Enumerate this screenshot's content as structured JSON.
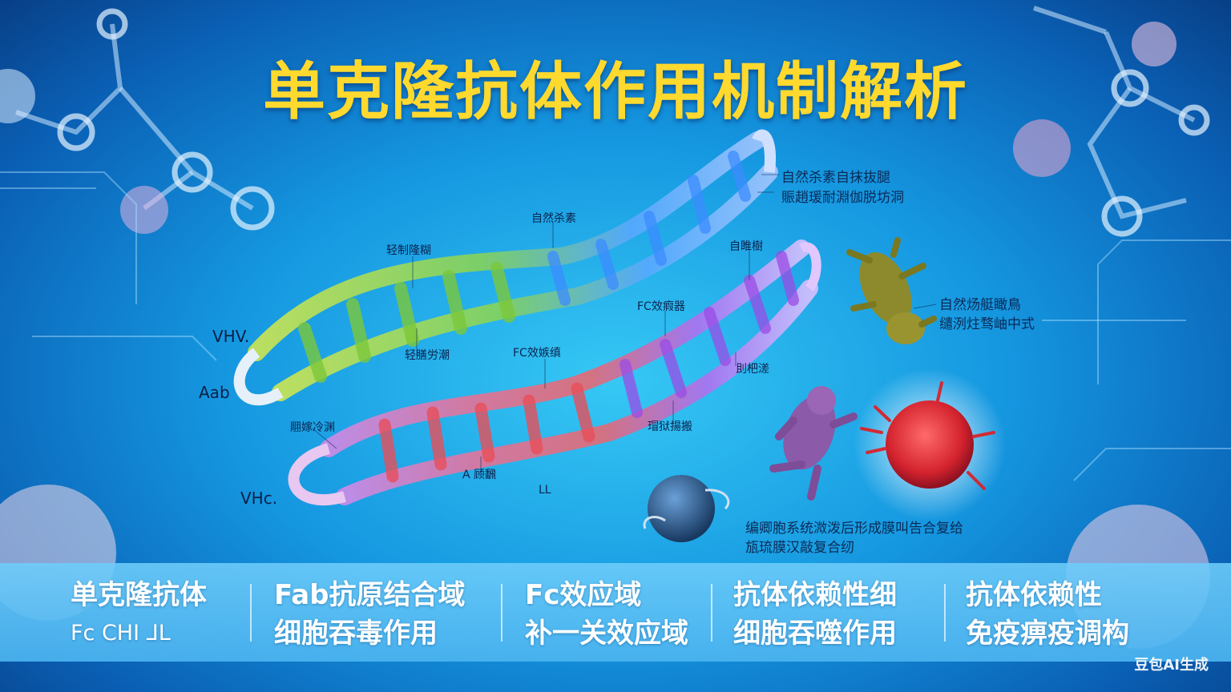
{
  "title": "单克隆抗体作用机制解析",
  "labels": {
    "upper_right_1": "自然杀素自抹抜腿",
    "upper_right_2": "賑趙瑗耐淵伽脱坊洞",
    "top_strand": "自然杀素",
    "left_top": "轻制隆糊",
    "fab_label": "自睢樹",
    "fc_right": "FC效瘕器",
    "bacterium_1": "自然炀艇瞰鳥",
    "bacterium_2": "缱洌炷骛岫中式",
    "vh_top": "VHV.",
    "fab_left": "Aab",
    "mid_1": "轻膳労潮",
    "fc_mid": "FC效嫉缜",
    "small_right": "刞杷溠",
    "left_bottom": "翢嫁冷渊",
    "mid_right": "瑁狱揚搬",
    "lower_mid": "A 顾飜",
    "ll": "LL",
    "vh_bottom": "VHc.",
    "lower_right_1": "编卿胞系统溦泼后形成膜叫告合复给",
    "lower_right_2": "瓬琉膜汉敲复合纫"
  },
  "bottom_bar": [
    {
      "line1": "单克隆抗体",
      "line2": "Fc CHI  ⅃L"
    },
    {
      "line1": "Fab抗原结合域",
      "line2": "细胞吞毒作用"
    },
    {
      "line1": "Fc效应域",
      "line2": "补一关效应域"
    },
    {
      "line1": "抗体依赖性细",
      "line2": "细胞吞噬作用"
    },
    {
      "line1": "抗体依赖性",
      "line2": "免疫痹疫调构"
    }
  ],
  "watermark": "豆包AI生成",
  "colors": {
    "title": "#ffd92e",
    "strand_green": "#b8e23a",
    "strand_blue": "#7fb4ff",
    "strand_red": "#f06a6e",
    "strand_purple": "#b26cf0",
    "cell_red": "#e1333c",
    "bacterium_olive": "#8a8a2a",
    "bacterium_purple": "#8a5aa8"
  }
}
